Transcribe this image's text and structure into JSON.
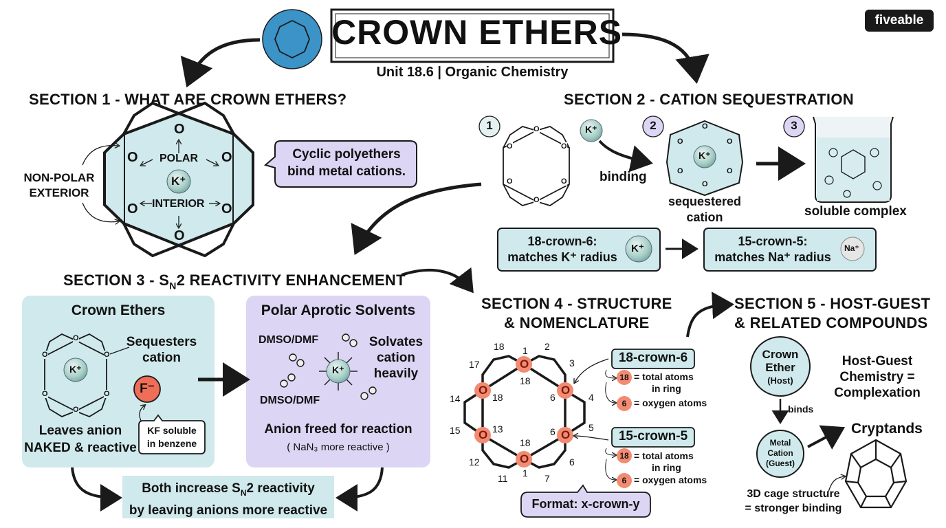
{
  "header": {
    "title": "CROWN ETHERS",
    "subtitle": "Unit 18.6 | Organic Chemistry",
    "brand": "fiveable"
  },
  "colors": {
    "teal": "#cfe9ec",
    "lavender": "#dcd5f3",
    "logo_blue": "#3b93c8",
    "oxygen_red": "#f28b72",
    "ink": "#1a1a1a"
  },
  "section1": {
    "title": "SECTION 1 - WHAT ARE CROWN ETHERS?",
    "nonpolar_l1": "NON-POLAR",
    "nonpolar_l2": "EXTERIOR",
    "polar": "POLAR",
    "interior": "INTERIOR",
    "ion": "K⁺",
    "oxygen": "O",
    "callout_l1": "Cyclic polyethers",
    "callout_l2": "bind metal cations."
  },
  "section2": {
    "title": "SECTION 2 - CATION SEQUESTRATION",
    "step1": "1",
    "step2": "2",
    "step3": "3",
    "ion": "K⁺",
    "binding": "binding",
    "sequestered_l1": "sequestered",
    "sequestered_l2": "cation",
    "soluble": "soluble complex",
    "match1_l1": "18-crown-6:",
    "match1_l2": "matches K⁺ radius",
    "match1_ion": "K⁺",
    "match2_l1": "15-crown-5:",
    "match2_l2": "matches Na⁺ radius",
    "match2_ion": "Na⁺"
  },
  "section3": {
    "title_pre": "SECTION 3 - S",
    "title_sub": "N",
    "title_post": "2 REACTIVITY ENHANCEMENT",
    "crown_title": "Crown Ethers",
    "sequesters_l1": "Sequesters",
    "sequesters_l2": "cation",
    "ion": "K⁺",
    "anion": "F⁻",
    "leaves_l1": "Leaves anion",
    "leaves_l2": "NAKED & reactive",
    "kf_l1": "KF soluble",
    "kf_l2": "in benzene",
    "aprotic_title": "Polar Aprotic Solvents",
    "dmso_top": "DMSO/DMF",
    "dmso_bottom": "DMSO/DMF",
    "solvates_l1": "Solvates",
    "solvates_l2": "cation",
    "solvates_l3": "heavily",
    "freed": "Anion freed for reaction",
    "nan3": "( NaN₃ more reactive )",
    "both_l1_pre": "Both increase S",
    "both_l1_sub": "N",
    "both_l1_post": "2 reactivity",
    "both_l2": "by leaving anions more reactive"
  },
  "section4": {
    "title_l1": "SECTION 4 - STRUCTURE",
    "title_l2": "& NOMENCLATURE",
    "oxygen": "O",
    "label_18c6": "18-crown-6",
    "label_15c5": "15-crown-5",
    "total_atoms_l1": "= total atoms",
    "total_atoms_l2": "in ring",
    "oxygen_atoms": "= oxygen atoms",
    "n18": "18",
    "n6": "6",
    "format": "Format: x-crown-y",
    "ring_numbers": [
      "18",
      "1",
      "2",
      "3",
      "4",
      "5",
      "6",
      "7",
      "1",
      "11",
      "12",
      "13",
      "14",
      "15",
      "17",
      "18",
      "18",
      "6",
      "6",
      "18"
    ]
  },
  "section5": {
    "title_l1": "SECTION 5 - HOST-GUEST",
    "title_l2": "& RELATED COMPOUNDS",
    "host_l1": "Crown",
    "host_l2": "Ether",
    "host_l3": "(Host)",
    "binds": "binds",
    "guest_l1": "Metal",
    "guest_l2": "Cation",
    "guest_l3": "(Guest)",
    "hg_l1": "Host-Guest",
    "hg_l2": "Chemistry =",
    "hg_l3": "Complexation",
    "cryptands": "Cryptands",
    "cage_l1": "3D cage structure",
    "cage_l2": "= stronger binding"
  }
}
